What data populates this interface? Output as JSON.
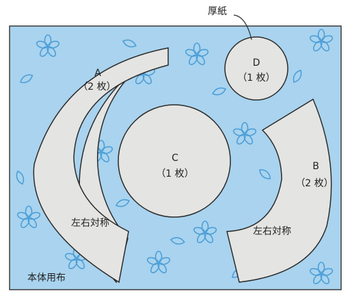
{
  "callout": {
    "label": "厚紙"
  },
  "pieces": [
    {
      "id": "A",
      "count": "（2 枚）",
      "note": "左右対称"
    },
    {
      "id": "B",
      "count": "（2 枚）",
      "note": "左右対称"
    },
    {
      "id": "C",
      "count": "（1 枚）"
    },
    {
      "id": "D",
      "count": "（1 枚）"
    }
  ],
  "fabric": {
    "label": "本体用布"
  },
  "colors": {
    "fabric": "#a9d3ee",
    "pattern": "#4d9fd8",
    "piece": "#e4e4e2",
    "outline": "#2a2a2a"
  },
  "icons": [
    "flower-motif",
    "leaf-motif"
  ]
}
